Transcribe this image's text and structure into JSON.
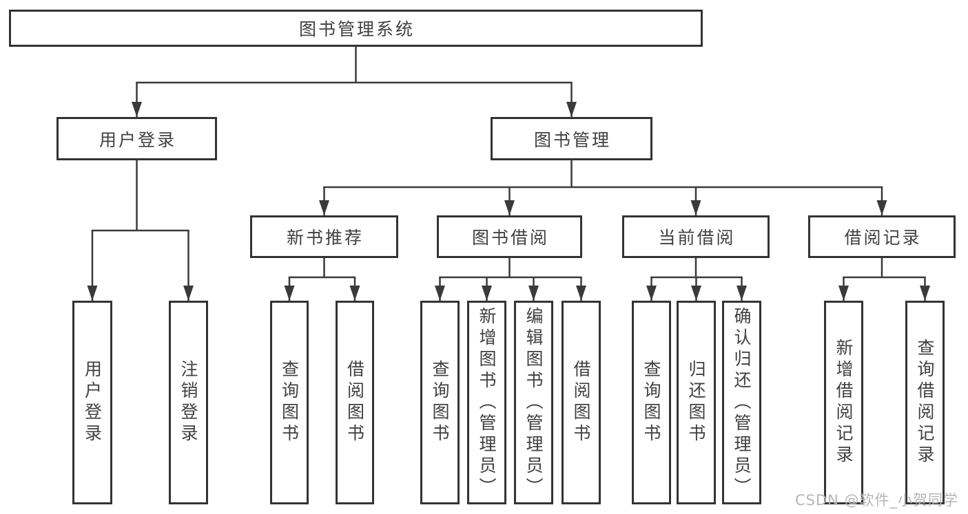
{
  "diagram": {
    "root": {
      "label": "图书管理系统"
    },
    "level2": [
      {
        "id": "user-login",
        "label": "用户登录"
      },
      {
        "id": "book-management",
        "label": "图书管理"
      }
    ],
    "level3": [
      {
        "id": "new-book-recommendation",
        "label": "新书推荐"
      },
      {
        "id": "book-borrowing",
        "label": "图书借阅"
      },
      {
        "id": "current-borrowing",
        "label": "当前借阅"
      },
      {
        "id": "borrowing-records",
        "label": "借阅记录"
      }
    ],
    "level4": {
      "user_login_children": [
        "用户登录",
        "注销登录"
      ],
      "new_book_children": [
        "查询图书",
        "借阅图书"
      ],
      "book_borrow_children": [
        "查询图书",
        "新增图书（管理员）",
        "编辑图书（管理员）",
        "借阅图书"
      ],
      "current_borrow_children": [
        "查询图书",
        "归还图书",
        "确认归还（管理员）"
      ],
      "borrow_record_children": [
        "新增借阅记录",
        "查询借阅记录"
      ]
    }
  },
  "watermark": {
    "text": "CSDN @软件_小贺同学"
  },
  "colors": {
    "line": "#3a3a3a",
    "box_border": "#333333",
    "box_fill": "#ffffff",
    "text": "#404040",
    "watermark": "#b5b5b5",
    "background": "#ffffff"
  }
}
